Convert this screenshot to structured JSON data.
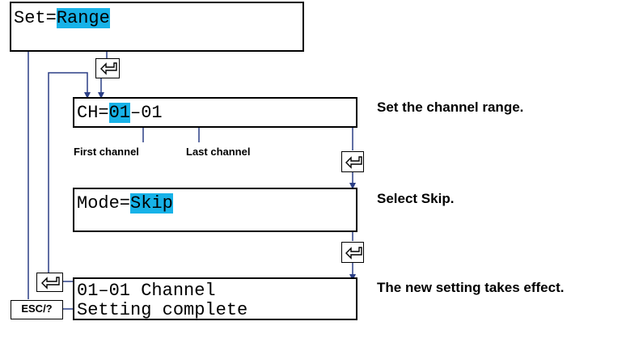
{
  "screens": {
    "set": {
      "prefix": "Set=",
      "value": "Range"
    },
    "channel": {
      "prefix": "CH=",
      "first": "01",
      "separator": "–",
      "last": "01"
    },
    "mode": {
      "prefix": "Mode=",
      "value": "Skip"
    },
    "complete": {
      "line1": "01–01 Channel",
      "line2": "Setting complete"
    }
  },
  "labels": {
    "first_channel": "First channel",
    "last_channel": "Last channel"
  },
  "captions": {
    "channel": "Set the channel range.",
    "mode": "Select Skip.",
    "complete": "The new setting takes effect."
  },
  "keys": {
    "enter_icon": "enter-key-icon",
    "esc": "ESC/?"
  },
  "colors": {
    "highlight": "#17b2e8",
    "arrow": "#2b3f86"
  }
}
